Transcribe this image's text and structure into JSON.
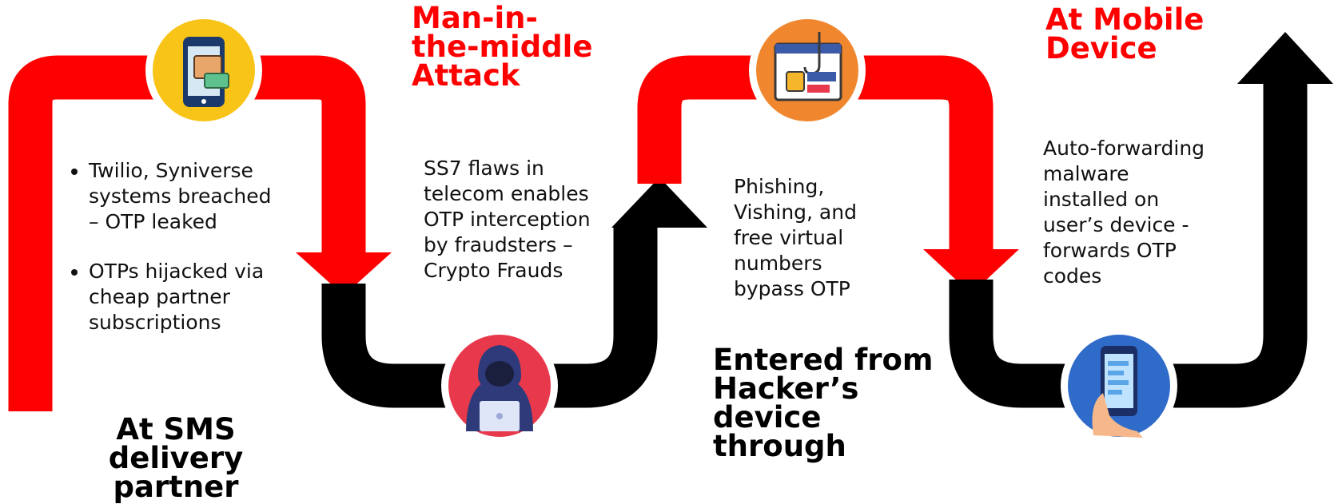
{
  "colors": {
    "red_track": "#ff0000",
    "black_track": "#000000",
    "icon_ring": "#ffffff"
  },
  "stages": [
    {
      "title": "At SMS delivery partner",
      "title_color": "black",
      "icon": "smartphone-sms-icon",
      "points": [
        "Twilio, Syniverse systems breached – OTP leaked",
        "OTPs hijacked via cheap partner subscriptions"
      ]
    },
    {
      "title": "Man-in-the-middle Attack",
      "title_color": "red",
      "icon": "hacker-icon",
      "text": "SS7 flaws in telecom enables OTP interception by fraudsters – Crypto Frauds"
    },
    {
      "title": "Entered from Hacker’s device through",
      "title_color": "black",
      "icon": "phishing-hook-icon",
      "text": "Phishing, Vishing, and free virtual numbers bypass OTP"
    },
    {
      "title": "At Mobile Device",
      "title_color": "red",
      "icon": "hand-holding-phone-icon",
      "text": "Auto-forwarding malware installed on user’s device - forwards OTP codes"
    }
  ]
}
